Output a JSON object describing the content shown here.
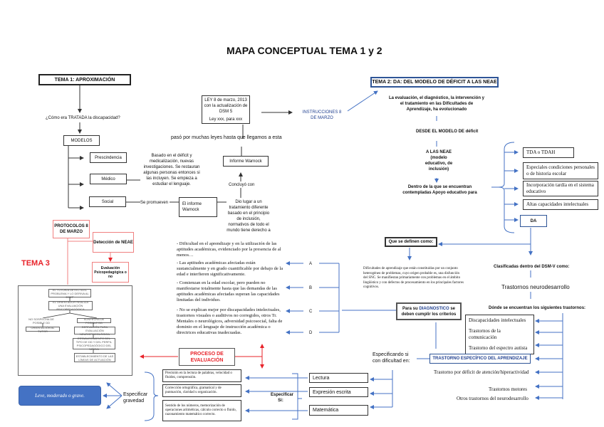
{
  "title": "MAPA CONCEPTUAL TEMA 1 y 2",
  "tema1": {
    "title": "TEMA 1: APROXIMACIÓN",
    "question": "¿Cómo era TRATADA la discapacidad?",
    "modelos": "MODELOS",
    "items": [
      "Prescindencia",
      "Médico",
      "Social"
    ],
    "medico_desc": "Basado en el déficit y medicalización, nuevas investigaciones. Se restauran algunas personas entonces si las incluyen. Se empieza a estudiar el lenguaje.",
    "se_promueven": "Se promueven",
    "informe_box": "El informe Warnock",
    "dio_lugar": "Dio lugar a un tratamiento diferente basado en el principio de inclusión, normativos de todo el mundo tiene derecho a",
    "concluyo": "Concluyó con",
    "informe_warnock": "Informe Warnock",
    "paso_por": "pasó por muchas leyes hasta que llegamos a esta",
    "ley_box_line1": "LEY 8 de marzo, 2013 con la actualización de DSM 5",
    "ley_box_line2": "Ley xxx, para xxx",
    "instrucciones": "INSTRUCCIONES 8 DE MARZO"
  },
  "tema2": {
    "title": "TEMA 2: DA: DEL MODELO DE DÉFICIT A LAS NEAE",
    "evolucion": "La evaluación, el diagnóstico, la intervención y el tratamiento en las Dificultades de Aprendizaje, ha evolucionado",
    "desde": "DESDE EL MODELO DE déficit",
    "a_las": "A LAS NEAE (modelo educativo, de inclusión)",
    "dentro": "Dentro de la que se encuentran contempladas Apoyo educativo para",
    "apoyo_items": [
      "TDA o TDAH",
      "Especiales condiciones personales o de historia escolar",
      "Incorporación tardía en el sistema educativo",
      "Altas capacidades intelectuales"
    ],
    "da": "DA",
    "que_se_definen": "Que se definen como:",
    "definicion": "Dificultades de aprendizaje que están constituidas por un conjunto heterogéneo de problemas, cuyo origen probable es, una disfunción del SNC. Se manifiestan primariamente con problemas en el ámbito lingüístico y con defectos de procesamiento en los principales factores cognitivos.",
    "clasificadas": "Clasificadas dentro del DSM-V como:",
    "neurodesarrollo": "Trastornos neurodesarrollo",
    "donde": "Dónde se encuentran los siguientes trastornos:",
    "trastornos_box": [
      "Discapacidades intelectuales",
      "Trastornos de la comunicación",
      "Trastorno del espectro autista"
    ],
    "tea": "TRASTORNO ESPECÍFICO DEL APRENDIZAJE",
    "other_trastornos": [
      "Trastorno por déficit de atención/hiperactividad",
      "Trastornos motores",
      "Otros trastornos del neurodesarrollo"
    ],
    "diagnostico_prefix": "Para su ",
    "diagnostico_word": "DIAGNOSTICO",
    "diagnostico_suffix": " se deben cumplir los criterios",
    "criterios": [
      {
        "letter": "A",
        "text": "- Las aptitudes académicas afectadas están sustancialmente y en grado cuantificable por debajo de la edad e interfieren significativamente."
      },
      {
        "letter": "B",
        "text": "- Comienzan en la edad escolar, pero pueden no manifestarse totalmente hasta que las demandas de las aptitudes académicas afectadas superan las capacidades limitadas del individuo."
      },
      {
        "letter": "C",
        "text": "- No se explican mejor por discapacidades intelectuales, trastornos visuales o auditivos no corregidos, otros Tr. Mentales o neurológicos, adversidad psicosocial, falta de dominio en el lenguaje de instrucción académica o directrices educativas inadecuadas."
      },
      {
        "letter": "D",
        "text": ""
      }
    ],
    "criterio_intro": "- Dificultad en el aprendizaje y en la utilización de las aptitudes académicas, evidenciado por la presencia de al menos…",
    "especificando": "Especificando si con dificultad en:",
    "areas": [
      "Lectura",
      "Expresión escrita",
      "Matemática"
    ],
    "especificar_si": "Especificar Si:",
    "area_desc": [
      "Precisión en la lectura de palabras, velocidad o fluidez, comprensión.",
      "Corrección ortográfica, gramatical y de puntuación, claridad u organización.",
      "Sentido de los números, memorización de operaciones aritméticas, cálculo correcto o fluido, razonamiento matemático correcto."
    ],
    "especificar_gravedad": "Especificar gravedad",
    "gravedad": "Leve, moderado o grave."
  },
  "tema3": {
    "title": "TEMA 3",
    "protocolos": "PROTOCOLOS 8 DE MARZO",
    "deteccion": "Detección de NEAE",
    "evaluacion": "Evaluación Psicopedagógica o no",
    "proceso": "PROCESO DE EVALUACIÓN",
    "flow": [
      "EL TUTOR/A DETECTA EL PROBLEMA Y LO DERIVA AL EOEP",
      "EL ORIENTADOR REALIZA UNA EVALUACIÓN PSICOPEDAGÓGICA",
      "NO SOSPECHA DE POSIBLE DD",
      "ORIENTACIÓN AL TUTOR",
      "SOSPECHA DE POSIBLE DD",
      "DERIVACIÓN PARA EVALUACIÓN NEUROPSICOLÓGICA",
      "ESTABLECIMIENTO DEL TIPO DE DD Y DEL PERFIL PSICOPEDAGÓGICO DEL NIÑO/A",
      "ESTABLECIMIENTO DE LAS LÍNEAS DE ACTUACIÓN"
    ]
  },
  "colors": {
    "black_line": "#333333",
    "blue_line": "#4472c4",
    "red_line": "#e8232a",
    "gravedad_fill": "#4472c4",
    "tema2_border": "#2e5597"
  }
}
